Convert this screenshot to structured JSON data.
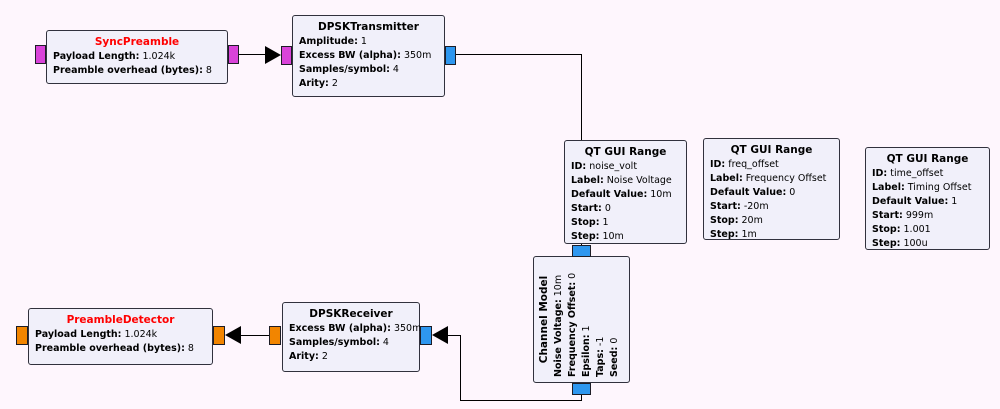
{
  "app": {
    "type": "gnuradio-companion-flowgraph"
  },
  "colors": {
    "canvas_bg": "#fef6fd",
    "block_bg": "#f1f0fa",
    "block_border": "#31313d",
    "hier_title_red": "#ff0000",
    "wire": "#000000",
    "port_magenta": "#d943d9",
    "port_blue": "#2e97ef",
    "port_orange": "#f28500"
  },
  "blocks": [
    {
      "title": "SyncPreamble",
      "params": [
        {
          "key": "Payload Length:",
          "value": "1.024k"
        },
        {
          "key": "Preamble overhead (bytes):",
          "value": "8"
        }
      ]
    },
    {
      "title": "DPSKTransmitter",
      "params": [
        {
          "key": "Amplitude:",
          "value": "1"
        },
        {
          "key": "Excess BW (alpha):",
          "value": "350m"
        },
        {
          "key": "Samples/symbol:",
          "value": "4"
        },
        {
          "key": "Arity:",
          "value": "2"
        }
      ]
    },
    {
      "title": "QT GUI Range",
      "params": [
        {
          "key": "ID:",
          "value": "noise_volt"
        },
        {
          "key": "Label:",
          "value": "Noise Voltage"
        },
        {
          "key": "Default Value:",
          "value": "10m"
        },
        {
          "key": "Start:",
          "value": "0"
        },
        {
          "key": "Stop:",
          "value": "1"
        },
        {
          "key": "Step:",
          "value": "10m"
        }
      ]
    },
    {
      "title": "QT GUI Range",
      "params": [
        {
          "key": "ID:",
          "value": "freq_offset"
        },
        {
          "key": "Label:",
          "value": "Frequency Offset"
        },
        {
          "key": "Default Value:",
          "value": "0"
        },
        {
          "key": "Start:",
          "value": "-20m"
        },
        {
          "key": "Stop:",
          "value": "20m"
        },
        {
          "key": "Step:",
          "value": "1m"
        }
      ]
    },
    {
      "title": "QT GUI Range",
      "params": [
        {
          "key": "ID:",
          "value": "time_offset"
        },
        {
          "key": "Label:",
          "value": "Timing Offset"
        },
        {
          "key": "Default Value:",
          "value": "1"
        },
        {
          "key": "Start:",
          "value": "999m"
        },
        {
          "key": "Stop:",
          "value": "1.001"
        },
        {
          "key": "Step:",
          "value": "100u"
        }
      ]
    },
    {
      "title": "Channel Model",
      "params": [
        {
          "key": "Noise Voltage:",
          "value": "10m"
        },
        {
          "key": "Frequency Offset:",
          "value": "0"
        },
        {
          "key": "Epsilon:",
          "value": "1"
        },
        {
          "key": "Taps:",
          "value": "-1"
        },
        {
          "key": "Seed:",
          "value": "0"
        }
      ]
    },
    {
      "title": "DPSKReceiver",
      "params": [
        {
          "key": "Excess BW (alpha):",
          "value": "350m"
        },
        {
          "key": "Samples/symbol:",
          "value": "4"
        },
        {
          "key": "Arity:",
          "value": "2"
        }
      ]
    },
    {
      "title": "PreambleDetector",
      "params": [
        {
          "key": "Payload Length:",
          "value": "1.024k"
        },
        {
          "key": "Preamble overhead (bytes):",
          "value": "8"
        }
      ]
    }
  ]
}
